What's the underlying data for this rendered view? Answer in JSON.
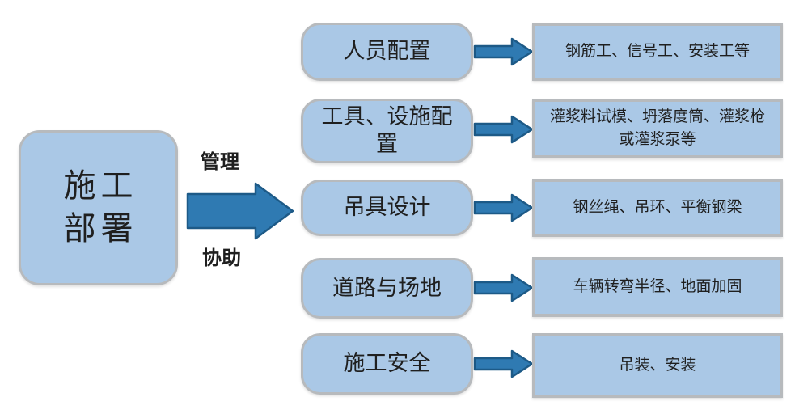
{
  "main_box": {
    "line1": "施工",
    "line2": "部署"
  },
  "big_arrow": {
    "top_label": "管理",
    "bottom_label": "协助"
  },
  "rows": [
    {
      "label": "人员配置",
      "detail": "钢筋工、信号工、安装工等"
    },
    {
      "label": "工具、设施配置",
      "detail": "灌浆料试模、坍落度筒、灌浆枪或灌浆泵等"
    },
    {
      "label": "吊具设计",
      "detail": "钢丝绳、吊环、平衡钢梁"
    },
    {
      "label": "道路与场地",
      "detail": "车辆转弯半径、地面加固"
    },
    {
      "label": "施工安全",
      "detail": "吊装、安装"
    }
  ],
  "colors": {
    "box_fill": "#aac8e6",
    "box_border": "#b7babd",
    "arrow_fill": "#2f7ab2",
    "arrow_stroke": "#1d5a87",
    "text_dark": "#1f1f1f"
  }
}
